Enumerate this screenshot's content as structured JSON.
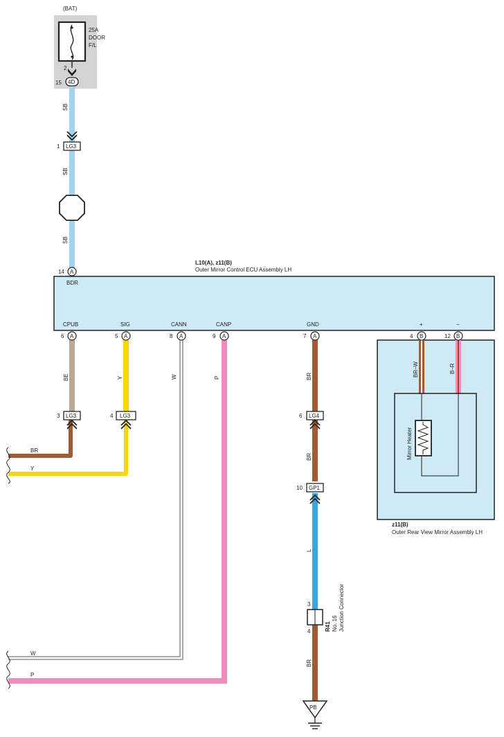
{
  "fuse": {
    "source": "(BAT)",
    "rating": "25A",
    "name_line1": "DOOR",
    "name_line2": "F/L",
    "pin_in": "2"
  },
  "connectors": {
    "c4d": {
      "pin": "15",
      "label": "4D"
    },
    "lg3_top": {
      "pin": "1",
      "label": "LG3"
    },
    "lg3_be": {
      "pin": "3",
      "label": "LG3"
    },
    "lg3_y": {
      "pin": "4",
      "label": "LG3"
    },
    "lg4": {
      "pin": "6",
      "label": "LG4"
    },
    "gp1": {
      "pin": "10",
      "label": "GP1"
    },
    "r41": {
      "pin_top": "3",
      "pin_bottom": "4",
      "code": "R41",
      "name_line1": "No. 16",
      "name_line2": "Junction Connector"
    },
    "ground": {
      "label": "PB"
    }
  },
  "ecu": {
    "code": "L10(A), z11(B)",
    "name": "Outer Mirror Control ECU Assembly LH",
    "top_pin": {
      "num": "14",
      "conn": "A",
      "label": "BDR"
    },
    "pins": [
      {
        "num": "6",
        "conn": "A",
        "label": "CPUB"
      },
      {
        "num": "5",
        "conn": "A",
        "label": "SIG"
      },
      {
        "num": "8",
        "conn": "A",
        "label": "CANN"
      },
      {
        "num": "9",
        "conn": "A",
        "label": "CANP"
      },
      {
        "num": "7",
        "conn": "A",
        "label": "GND"
      },
      {
        "num": "4",
        "conn": "B",
        "label": "+"
      },
      {
        "num": "12",
        "conn": "B",
        "label": "−"
      }
    ]
  },
  "mirror": {
    "code": "z11(B)",
    "name": "Outer Rear View Mirror Assembly LH",
    "heater": "Mirror Heater"
  },
  "wires": {
    "sb1": "SB",
    "sb2": "SB",
    "sb3": "SB",
    "be": "BE",
    "y": "Y",
    "w": "W",
    "p": "P",
    "br_gnd1": "BR",
    "br_gnd2": "BR",
    "l": "L",
    "br_gnd3": "BR",
    "brw": "BR–W",
    "br_r": "B–R",
    "left_br": "BR",
    "left_y": "Y",
    "left_w": "W",
    "left_p": "P"
  },
  "colors": {
    "sb": "#9fd3ef",
    "be": "#bba793",
    "y": "#f5d800",
    "p": "#f08cbe",
    "br": "#a25a34",
    "l": "#36a7e0",
    "panel": "#cfeaf7",
    "fuse_bg": "#d4d4d4"
  }
}
